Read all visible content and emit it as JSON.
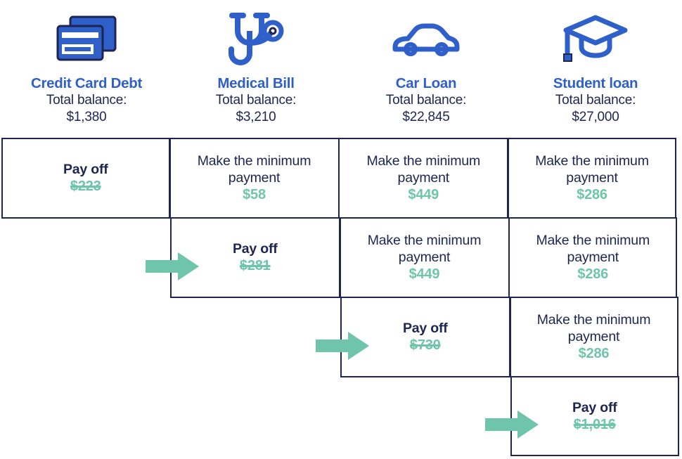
{
  "colors": {
    "title_blue": "#2F5FC9",
    "navy": "#1E2551",
    "green": "#6EC5A9",
    "icon_blue": "#2F5FC9",
    "border": "#1E2551",
    "background": "#FFFFFF"
  },
  "debts": [
    {
      "icon": "credit-cards-icon",
      "title": "Credit Card Debt",
      "balance_label": "Total balance:",
      "balance_value": "$1,380"
    },
    {
      "icon": "stethoscope-icon",
      "title": "Medical Bill",
      "balance_label": "Total balance:",
      "balance_value": "$3,210"
    },
    {
      "icon": "car-icon",
      "title": "Car Loan",
      "balance_label": "Total balance:",
      "balance_value": "$22,845"
    },
    {
      "icon": "graduation-cap-icon",
      "title": "Student loan",
      "balance_label": "Total balance:",
      "balance_value": "$27,000"
    }
  ],
  "rows": [
    {
      "arrow": null,
      "cells": [
        {
          "state": "filled",
          "action": "Pay off",
          "bold": true,
          "amount": "$223",
          "struck": true
        },
        {
          "state": "filled",
          "action": "Make the minimum payment",
          "bold": false,
          "amount": "$58",
          "struck": false
        },
        {
          "state": "filled",
          "action": "Make the minimum payment",
          "bold": false,
          "amount": "$449",
          "struck": false
        },
        {
          "state": "filled",
          "action": "Make the minimum payment",
          "bold": false,
          "amount": "$286",
          "struck": false
        }
      ]
    },
    {
      "arrow": "arrow-right-icon",
      "cells": [
        {
          "state": "empty",
          "action": "",
          "bold": false,
          "amount": "",
          "struck": false
        },
        {
          "state": "filled",
          "action": "Pay off",
          "bold": true,
          "amount": "$281",
          "struck": true
        },
        {
          "state": "filled",
          "action": "Make the minimum payment",
          "bold": false,
          "amount": "$449",
          "struck": false
        },
        {
          "state": "filled",
          "action": "Make the minimum payment",
          "bold": false,
          "amount": "$286",
          "struck": false
        }
      ]
    },
    {
      "arrow": "arrow-right-icon",
      "cells": [
        {
          "state": "empty",
          "action": "",
          "bold": false,
          "amount": "",
          "struck": false
        },
        {
          "state": "empty",
          "action": "",
          "bold": false,
          "amount": "",
          "struck": false
        },
        {
          "state": "filled",
          "action": "Pay off",
          "bold": true,
          "amount": "$730",
          "struck": true
        },
        {
          "state": "filled",
          "action": "Make the minimum payment",
          "bold": false,
          "amount": "$286",
          "struck": false
        }
      ]
    },
    {
      "arrow": "arrow-right-icon",
      "cells": [
        {
          "state": "empty",
          "action": "",
          "bold": false,
          "amount": "",
          "struck": false
        },
        {
          "state": "empty",
          "action": "",
          "bold": false,
          "amount": "",
          "struck": false
        },
        {
          "state": "empty",
          "action": "",
          "bold": false,
          "amount": "",
          "struck": false
        },
        {
          "state": "filled",
          "action": "Pay off",
          "bold": true,
          "amount": "$1,016",
          "struck": true
        }
      ]
    }
  ]
}
